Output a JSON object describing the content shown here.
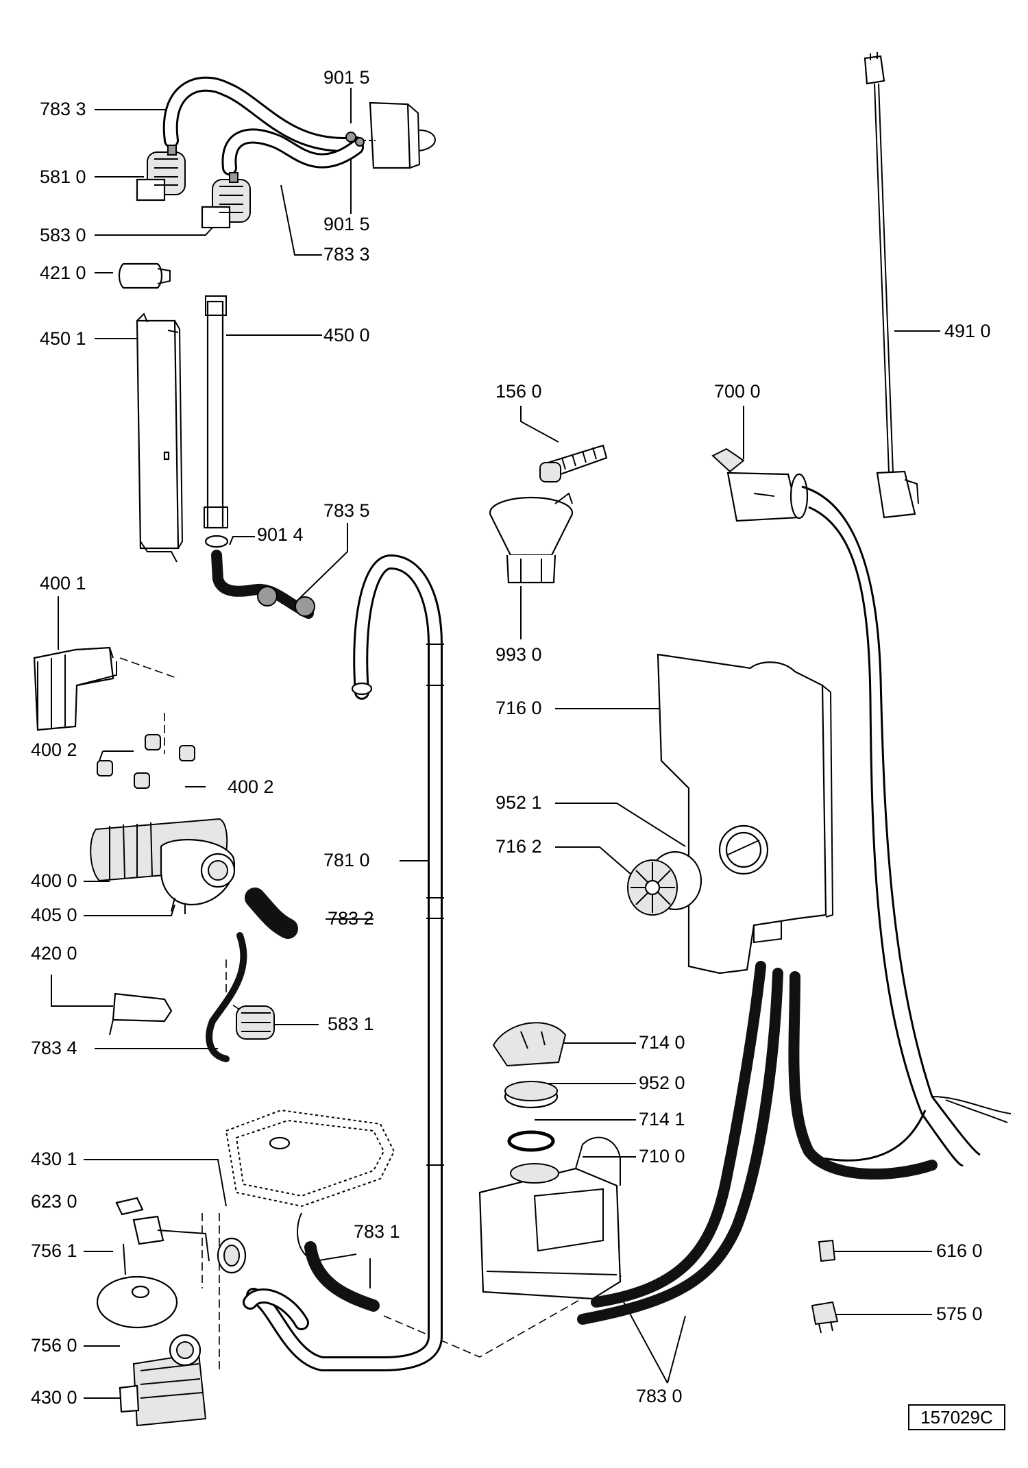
{
  "document_code": "157029C",
  "parts": {
    "p7833_top": "783 3",
    "p9015_top": "901 5",
    "p5810": "581 0",
    "p9015_bottom": "901 5",
    "p5830": "583 0",
    "p7833_bottom": "783 3",
    "p4210": "421 0",
    "p4501": "450 1",
    "p4500": "450 0",
    "p4910": "491 0",
    "p1560": "156 0",
    "p7000": "700 0",
    "p7835": "783 5",
    "p9014": "901 4",
    "p4001": "400 1",
    "p9930": "993 0",
    "p7160": "716 0",
    "p4002_left": "400 2",
    "p4002_right": "400 2",
    "p9521": "952 1",
    "p7810": "781 0",
    "p7162": "716 2",
    "p4000": "400 0",
    "p4050": "405 0",
    "p7832": "783 2",
    "p4200": "420 0",
    "p5831": "583 1",
    "p7834": "783 4",
    "p7140": "714 0",
    "p9520": "952 0",
    "p7141": "714 1",
    "p4301": "430 1",
    "p7100": "710 0",
    "p6230": "623 0",
    "p7831": "783 1",
    "p6160": "616 0",
    "p7561": "756 1",
    "p5750": "575 0",
    "p7560": "756 0",
    "p4300": "430 0",
    "p7830": "783 0"
  }
}
